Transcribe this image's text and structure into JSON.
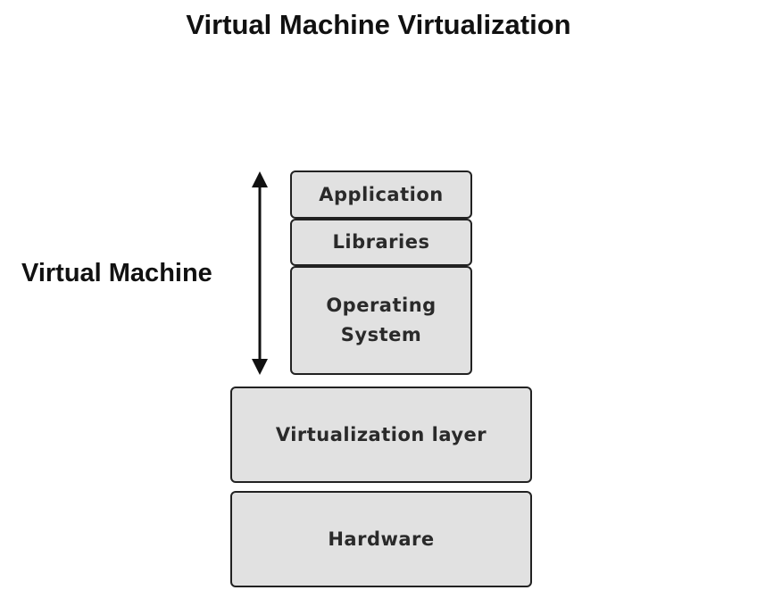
{
  "title": "Virtual Machine Virtualization",
  "side_label": "Virtual Machine",
  "arrow_icon": "double-headed-vertical-arrow",
  "colors": {
    "box_fill": "#e1e1e1",
    "box_border": "#222222",
    "text": "#111111"
  },
  "stack": {
    "vm_layers": {
      "application": "Application",
      "libraries": "Libraries",
      "os_line1": "Operating",
      "os_line2": "System"
    },
    "virtualization_layer": "Virtualization layer",
    "hardware": "Hardware"
  }
}
